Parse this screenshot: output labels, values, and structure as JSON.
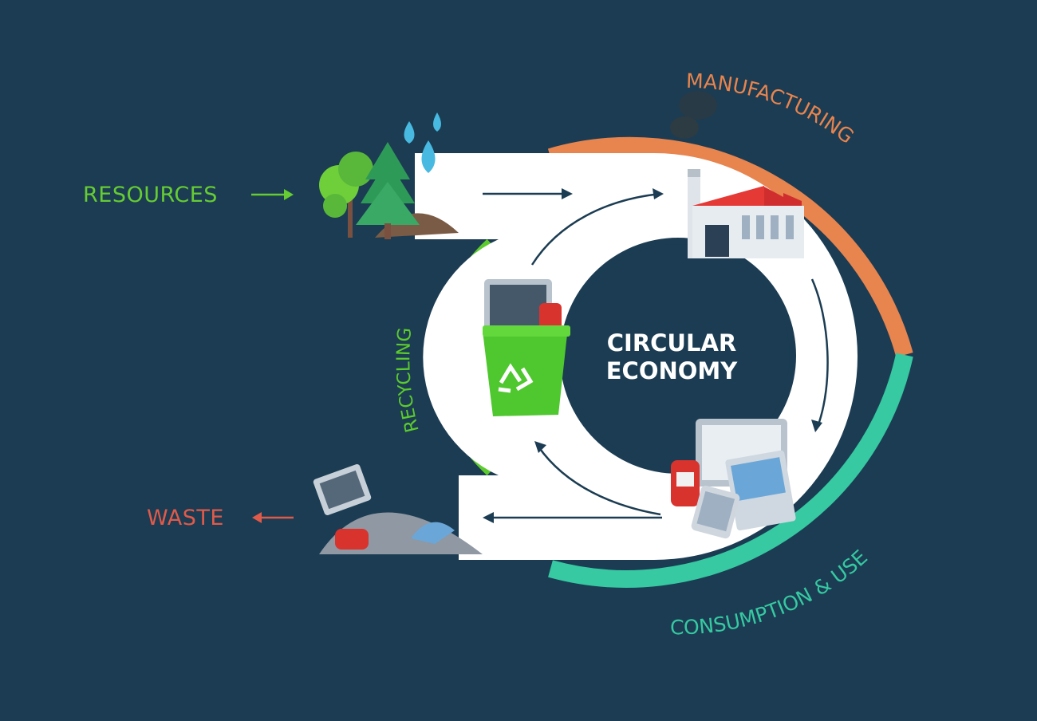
{
  "center": {
    "line1": "CIRCULAR",
    "line2": "ECONOMY"
  },
  "labels": {
    "resources": "RESOURCES",
    "waste": "WASTE",
    "manufacturing": "MANUFACTURING",
    "recycling": "RECYCLING",
    "consumption": "CONSUMPTION & USE"
  },
  "colors": {
    "background": "#1b3c52",
    "manufacturing": "#e8844e",
    "consumption": "#36c9a2",
    "recycling": "#5ccb2e",
    "resources": "#66cc33",
    "waste": "#e05a4a",
    "band": "#ffffff",
    "arrow": "#1b3c52"
  },
  "icons": [
    "trees-icon",
    "water-drop-icon",
    "factory-icon",
    "devices-icon",
    "recycle-bin-icon",
    "waste-pile-icon"
  ]
}
